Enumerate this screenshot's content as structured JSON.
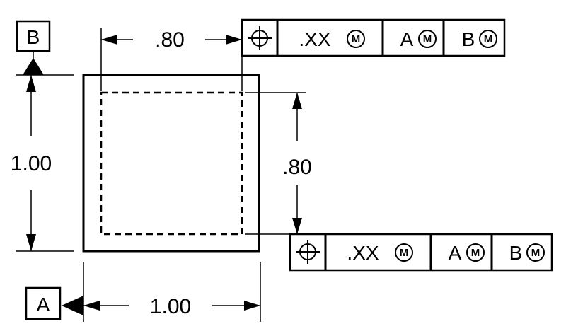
{
  "datums": {
    "top_label": "B",
    "bottom_label": "A"
  },
  "dimensions": {
    "top_width": ".80",
    "left_height": "1.00",
    "right_height": ".80",
    "bottom_width": "1.00"
  },
  "feature_control_frames": [
    {
      "tolerance": ".XX",
      "tolerance_modifier": "M",
      "datum_1": "A",
      "datum_1_modifier": "M",
      "datum_2": "B",
      "datum_2_modifier": "M"
    },
    {
      "tolerance": ".XX",
      "tolerance_modifier": "M",
      "datum_1": "A",
      "datum_1_modifier": "M",
      "datum_2": "B",
      "datum_2_modifier": "M"
    }
  ],
  "icons": {
    "position_symbol": "position-icon",
    "mmc_symbol": "mmc-circle-icon"
  }
}
